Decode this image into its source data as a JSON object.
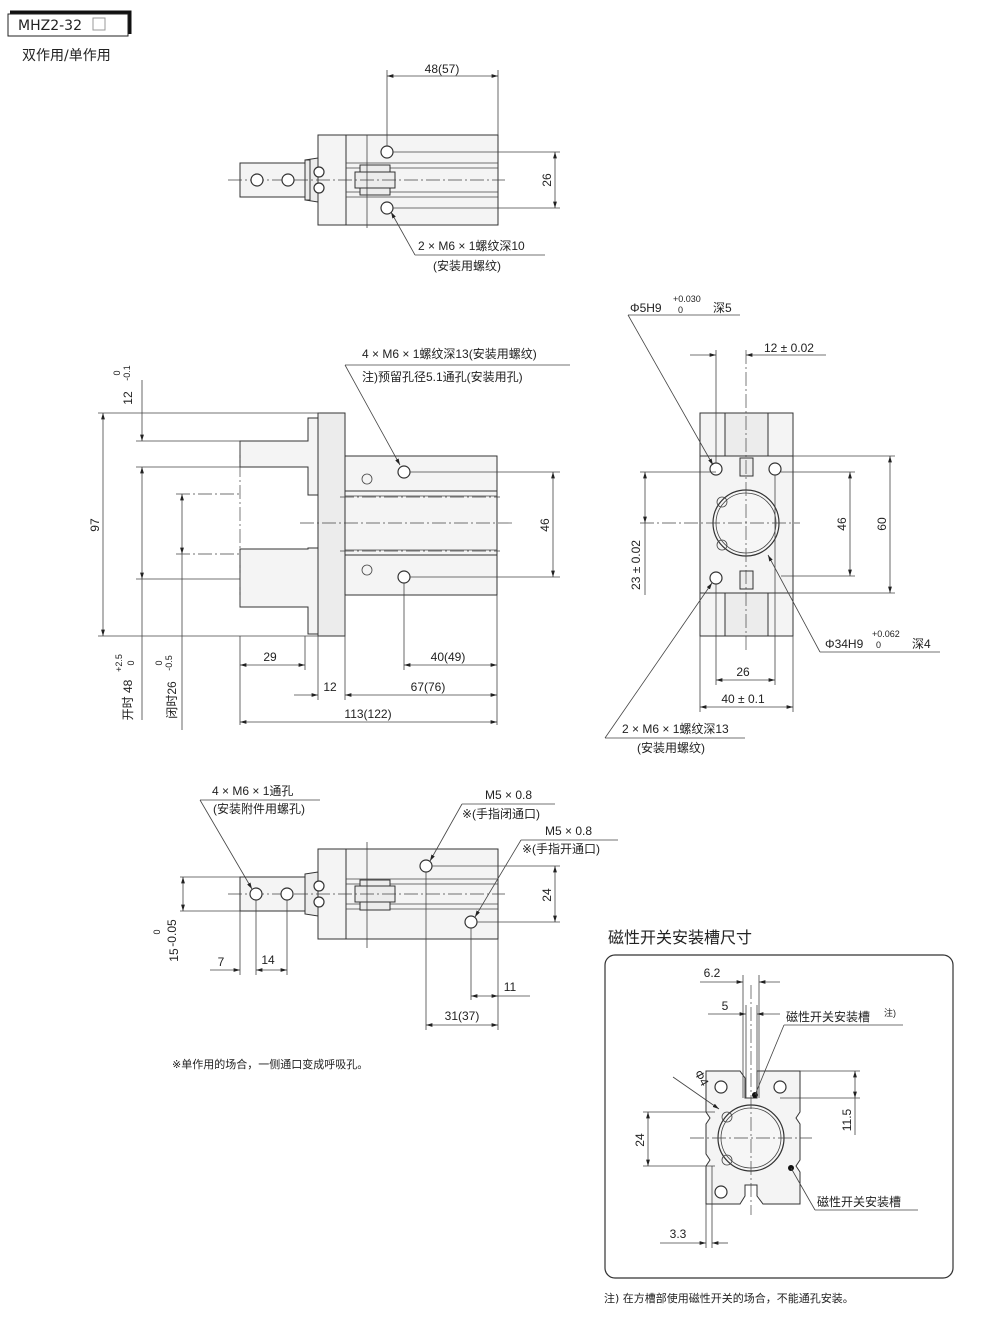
{
  "header": {
    "model": "MHZ2-32",
    "subtitle": "双作用/单作用"
  },
  "top_view": {
    "dim_width": "48(57)",
    "dim_height": "26",
    "callout_line1": "2 × M6 × 1螺纹深10",
    "callout_line2": "(安装用螺纹)"
  },
  "side_view": {
    "callout_line1": "4 × M6 × 1螺纹深13(安装用螺纹)",
    "callout_line2": "注)预留孔径5.1通孔(安装用孔)",
    "dim_97": "97",
    "dim_12_label": "12",
    "dim_12_tol_upper": "0",
    "dim_12_tol_lower": "-0.1",
    "dim_open_label": "开时 48",
    "dim_open_tol_upper": "+2.5",
    "dim_open_tol_lower": "0",
    "dim_closed_label": "闭时26",
    "dim_closed_tol_upper": "0",
    "dim_closed_tol_lower": "-0.5",
    "dim_46": "46",
    "dim_29": "29",
    "dim_40_49": "40(49)",
    "dim_12": "12",
    "dim_67_76": "67(76)",
    "dim_113_122": "113(122)"
  },
  "end_view": {
    "pin_hole_label": "Φ5H9",
    "pin_hole_tol_upper": "+0.030",
    "pin_hole_tol_lower": "0",
    "pin_hole_depth": "深5",
    "dim_12_tol": "12 ± 0.02",
    "dim_23_tol": "23 ± 0.02",
    "dim_46": "46",
    "dim_60": "60",
    "bore_label": "Φ34H9",
    "bore_tol_upper": "+0.062",
    "bore_tol_lower": "0",
    "bore_depth": "深4",
    "dim_26": "26",
    "dim_40_tol": "40 ± 0.1",
    "callout_line1": "2 × M6 × 1螺纹深13",
    "callout_line2": "(安装用螺纹)"
  },
  "bottom_view": {
    "callout_left_line1": "4 × M6 × 1通孔",
    "callout_left_line2": "(安装附件用螺孔)",
    "port_close_line1": "M5 × 0.8",
    "port_close_line2": "※(手指闭通口)",
    "port_open_line1": "M5 × 0.8",
    "port_open_line2": "※(手指开通口)",
    "dim_24": "24",
    "dim_15_label": "15",
    "dim_15_tol_upper": "0",
    "dim_15_tol_lower": "-0.05",
    "dim_7": "7",
    "dim_14": "14",
    "dim_11": "11",
    "dim_31_37": "31(37)",
    "footnote": "※单作用的场合，一侧通口变成呼吸孔。"
  },
  "switch_slot": {
    "title": "磁性开关安装槽尺寸",
    "dim_6_2": "6.2",
    "dim_5": "5",
    "slot_label_top": "磁性开关安装槽",
    "slot_label_top_note": "注)",
    "dim_phi4": "Φ4",
    "dim_11_5": "11.5",
    "dim_24": "24",
    "slot_label_bottom": "磁性开关安装槽",
    "dim_3_3": "3.3",
    "note": "注) 在方槽部使用磁性开关的场合，不能通孔安装。"
  }
}
